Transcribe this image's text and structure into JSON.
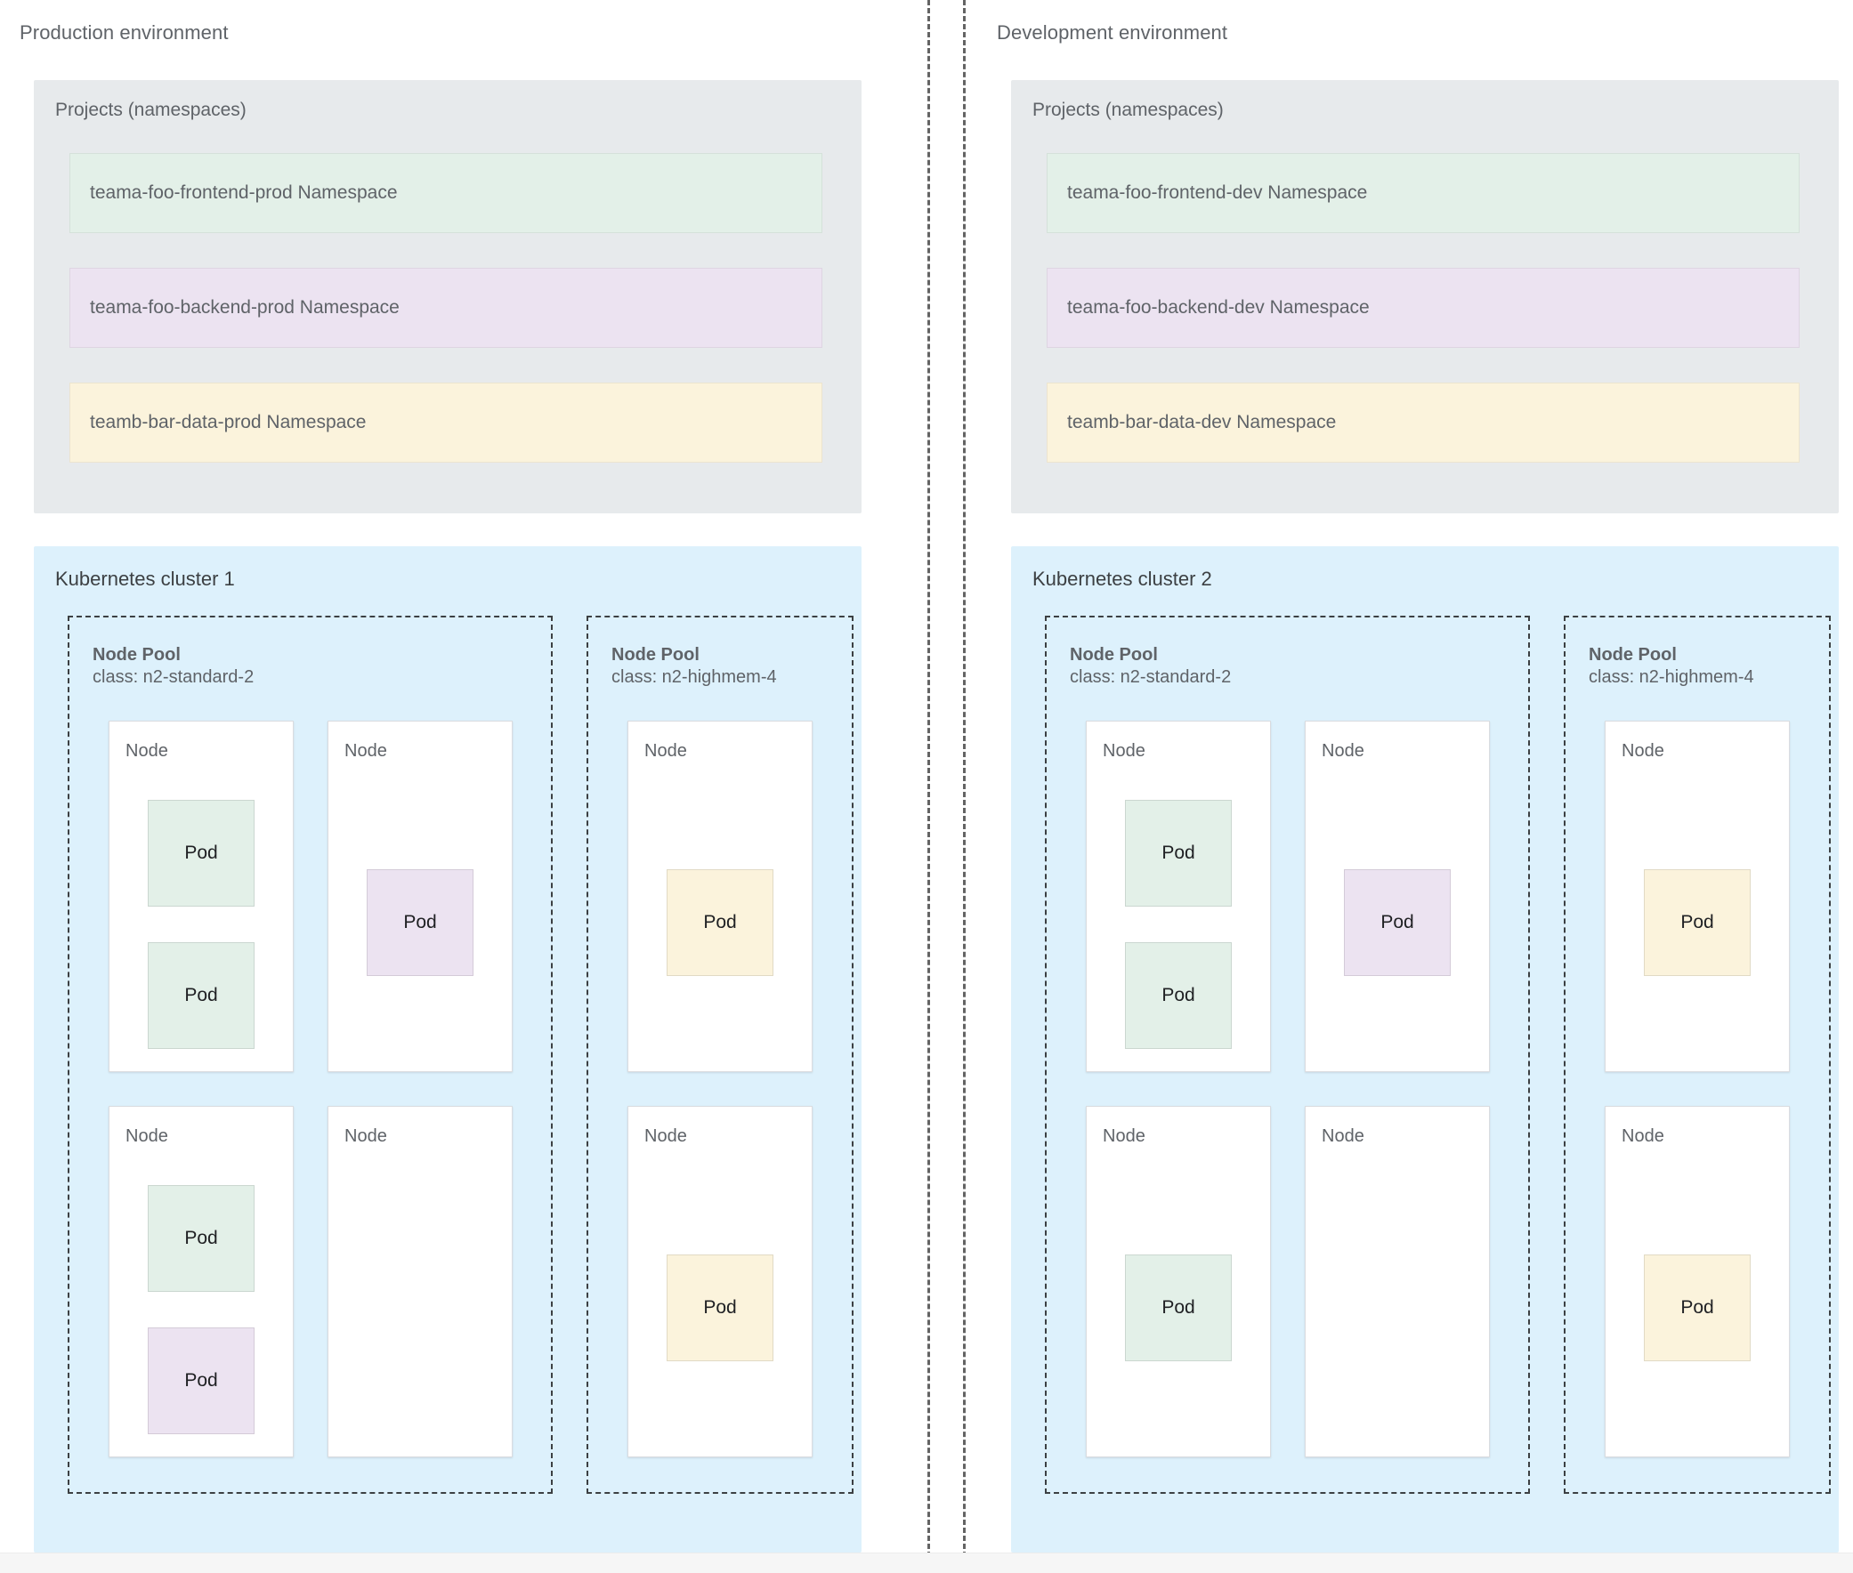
{
  "colors": {
    "page_background": "#ffffff",
    "projects_panel": "#e7eaec",
    "cluster_panel": "#ddf1fc",
    "node_background": "#ffffff",
    "pod_green": "#e3f0e8",
    "pod_purple": "#ece3f1",
    "pod_yellow": "#fbf3dc",
    "text_primary": "#3c4043",
    "text_secondary": "#5f6368",
    "dashed_border": "#3c4043"
  },
  "labels": {
    "node": "Node",
    "pod": "Pod",
    "pool_name": "Node Pool"
  },
  "environments": [
    {
      "id": "production",
      "title": "Production environment",
      "projects": {
        "title": "Projects (namespaces)",
        "namespaces": [
          {
            "label": "teama-foo-frontend-prod Namespace",
            "color": "green"
          },
          {
            "label": "teama-foo-backend-prod Namespace",
            "color": "purple"
          },
          {
            "label": "teamb-bar-data-prod Namespace",
            "color": "yellow"
          }
        ]
      },
      "cluster": {
        "title": "Kubernetes cluster 1",
        "node_pools": [
          {
            "name": "Node Pool",
            "class": "class: n2-standard-2",
            "width": "wide",
            "nodes": [
              {
                "label": "Node",
                "pods": [
                  "green",
                  "green"
                ]
              },
              {
                "label": "Node",
                "pods": [
                  "purple"
                ]
              },
              {
                "label": "Node",
                "pods": [
                  "green",
                  "purple"
                ]
              },
              {
                "label": "Node",
                "pods": []
              }
            ]
          },
          {
            "name": "Node Pool",
            "class": "class: n2-highmem-4",
            "width": "narrow",
            "nodes": [
              {
                "label": "Node",
                "pods": [
                  "yellow"
                ]
              },
              {
                "label": "Node",
                "pods": [
                  "yellow"
                ]
              }
            ]
          }
        ]
      }
    },
    {
      "id": "development",
      "title": "Development environment",
      "projects": {
        "title": "Projects (namespaces)",
        "namespaces": [
          {
            "label": "teama-foo-frontend-dev Namespace",
            "color": "green"
          },
          {
            "label": "teama-foo-backend-dev Namespace",
            "color": "purple"
          },
          {
            "label": "teamb-bar-data-dev Namespace",
            "color": "yellow"
          }
        ]
      },
      "cluster": {
        "title": "Kubernetes cluster 2",
        "node_pools": [
          {
            "name": "Node Pool",
            "class": "class: n2-standard-2",
            "width": "wide",
            "nodes": [
              {
                "label": "Node",
                "pods": [
                  "green",
                  "green"
                ]
              },
              {
                "label": "Node",
                "pods": [
                  "purple"
                ]
              },
              {
                "label": "Node",
                "pods": [
                  "green"
                ]
              },
              {
                "label": "Node",
                "pods": []
              }
            ]
          },
          {
            "name": "Node Pool",
            "class": "class: n2-highmem-4",
            "width": "narrow",
            "nodes": [
              {
                "label": "Node",
                "pods": [
                  "yellow"
                ]
              },
              {
                "label": "Node",
                "pods": [
                  "yellow"
                ]
              }
            ]
          }
        ]
      }
    }
  ]
}
